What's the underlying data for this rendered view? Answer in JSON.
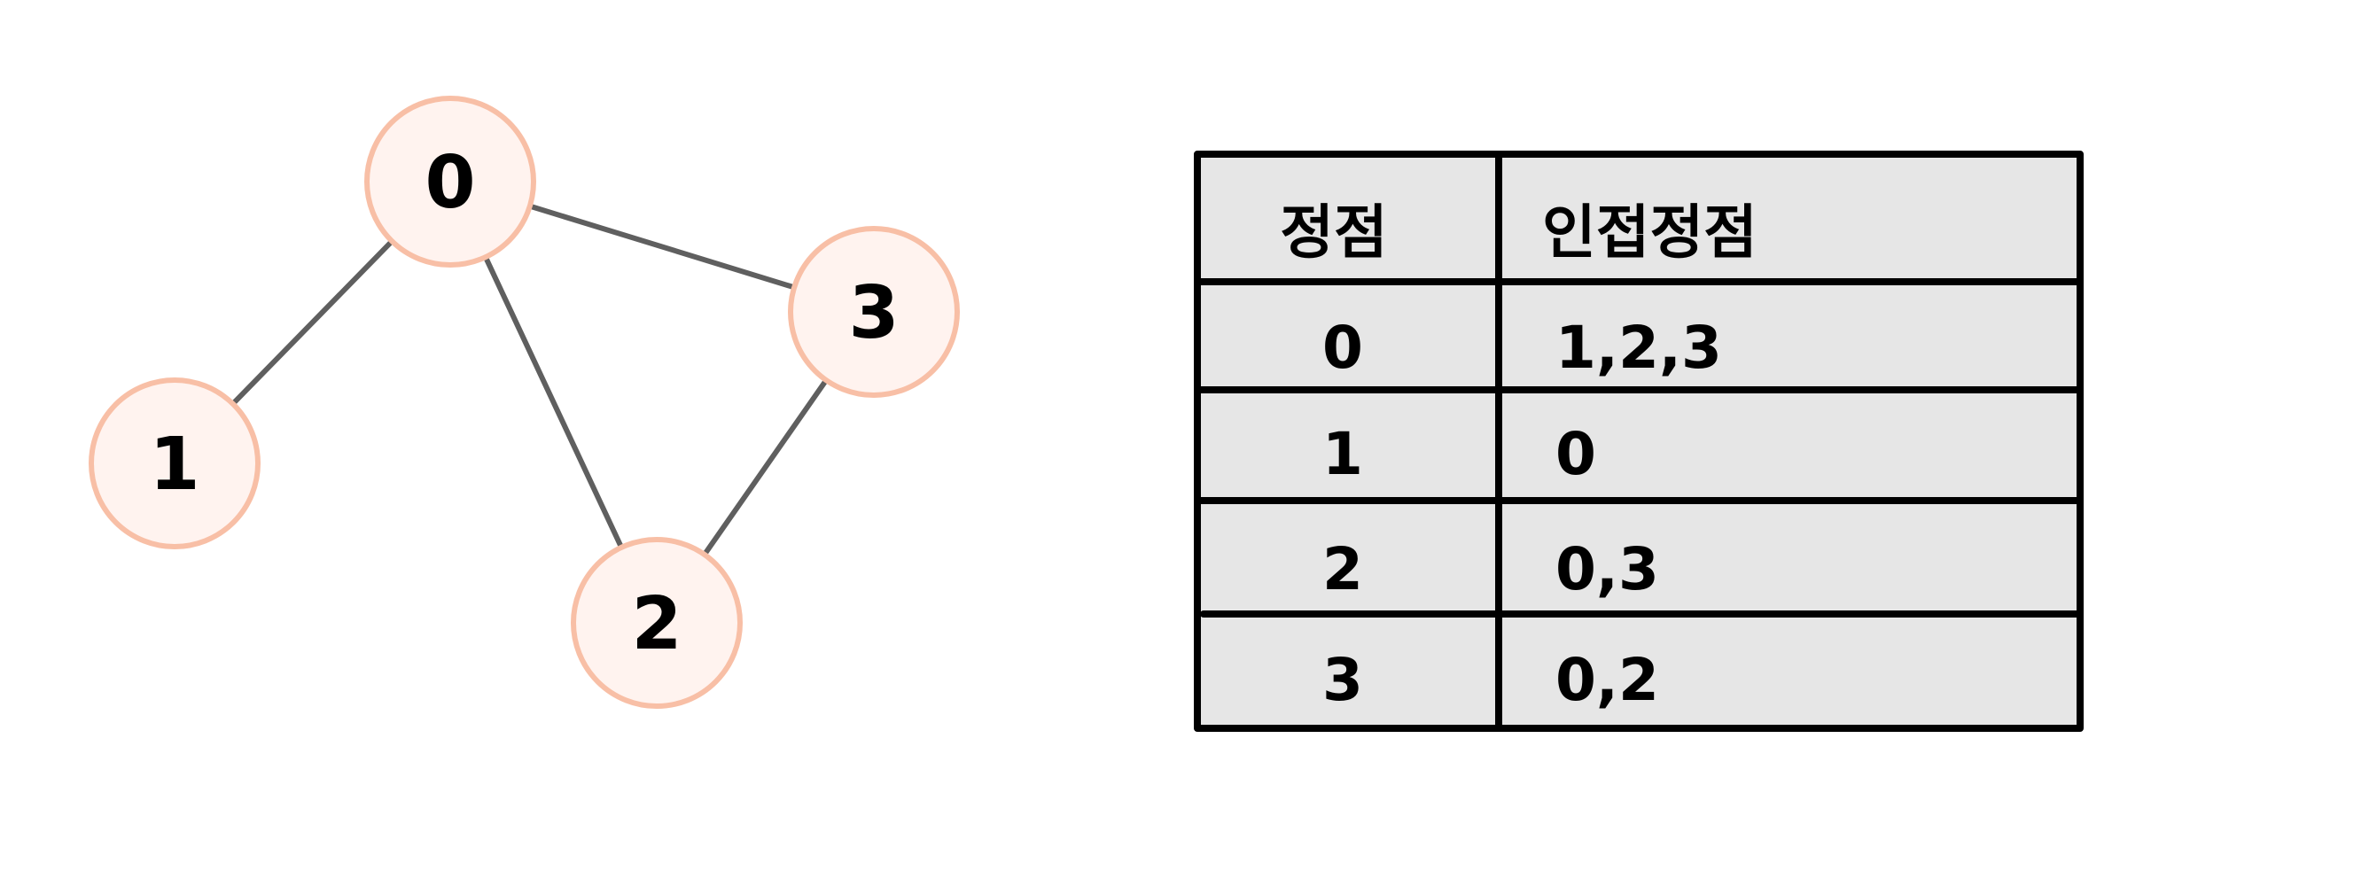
{
  "colors": {
    "node_fill": "#fff3ef",
    "node_stroke": "#f8bfa6",
    "edge": "#5f5f5f",
    "table_fill": "#e6e6e6",
    "table_border": "#000000",
    "text": "#000000"
  },
  "graph": {
    "nodes": [
      {
        "id": "0",
        "label": "0"
      },
      {
        "id": "1",
        "label": "1"
      },
      {
        "id": "2",
        "label": "2"
      },
      {
        "id": "3",
        "label": "3"
      }
    ],
    "edges": [
      {
        "from": "0",
        "to": "1"
      },
      {
        "from": "0",
        "to": "2"
      },
      {
        "from": "0",
        "to": "3"
      },
      {
        "from": "2",
        "to": "3"
      }
    ]
  },
  "table": {
    "header": {
      "vertex": "정점",
      "adjacent": "인접정점"
    },
    "rows": [
      {
        "vertex": "0",
        "adjacent": "1,2,3"
      },
      {
        "vertex": "1",
        "adjacent": "0"
      },
      {
        "vertex": "2",
        "adjacent": "0,3"
      },
      {
        "vertex": "3",
        "adjacent": "0,2"
      }
    ]
  }
}
